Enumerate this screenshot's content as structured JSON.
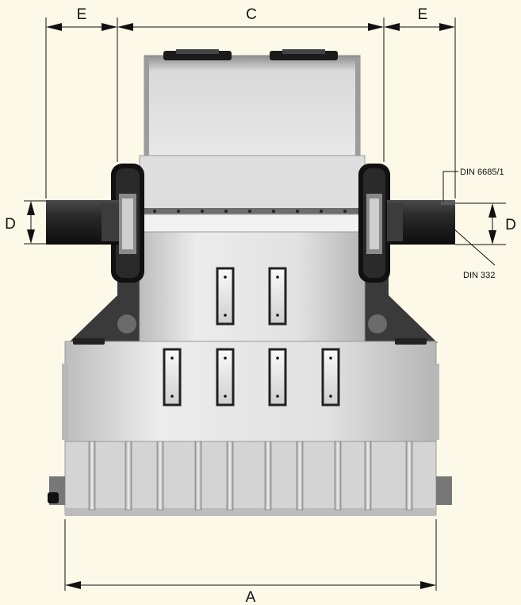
{
  "dimensions": {
    "A": "A",
    "C": "C",
    "D_left": "D",
    "D_right": "D",
    "E_left": "E",
    "E_right": "E"
  },
  "callouts": {
    "key_standard": "DIN 6685/1",
    "center_hole_standard": "DIN 332"
  },
  "colors": {
    "background": "#fdf9e8",
    "body_light": "#e6e6e6",
    "body_mid": "#c9c9c9",
    "body_dark": "#3a3a3a",
    "shaft": "#1e1e1e",
    "flange": "#111111"
  }
}
